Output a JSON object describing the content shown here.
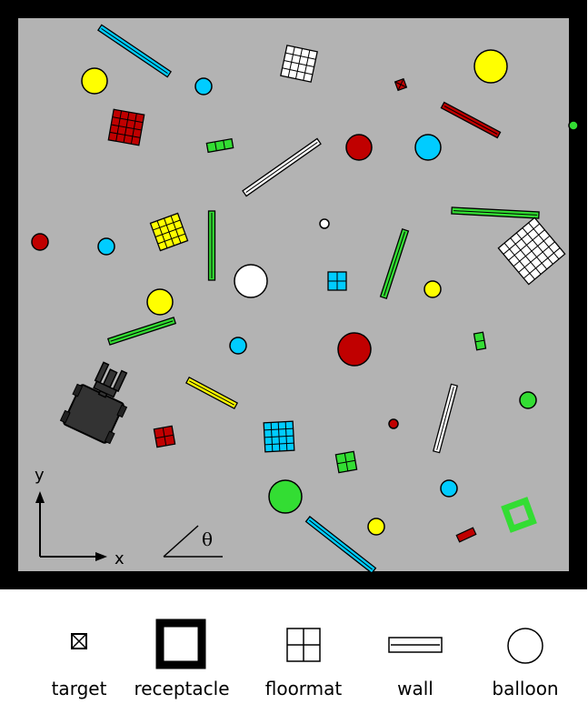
{
  "axes": {
    "x_label": "x",
    "y_label": "y",
    "angle_label": "θ"
  },
  "legend": [
    {
      "key": "target",
      "label": "target"
    },
    {
      "key": "receptacle",
      "label": "receptacle"
    },
    {
      "key": "floormat",
      "label": "floormat"
    },
    {
      "key": "wall",
      "label": "wall"
    },
    {
      "key": "balloon",
      "label": "balloon"
    }
  ],
  "colors": {
    "arena_border": "#000000",
    "floor": "#b3b3b3",
    "red": "#c00000",
    "green": "#33dd33",
    "yellow": "#ffff00",
    "cyan": "#00ccff",
    "white": "#ffffff",
    "robot": "#333333"
  },
  "objects": {
    "balloons": [
      {
        "color": "yellow",
        "size": "large"
      },
      {
        "color": "yellow",
        "size": "medium"
      },
      {
        "color": "yellow",
        "size": "medium"
      },
      {
        "color": "yellow",
        "size": "small"
      },
      {
        "color": "yellow",
        "size": "small"
      },
      {
        "color": "cyan",
        "size": "medium"
      },
      {
        "color": "cyan",
        "size": "small"
      },
      {
        "color": "cyan",
        "size": "small"
      },
      {
        "color": "cyan",
        "size": "small"
      },
      {
        "color": "cyan",
        "size": "small"
      },
      {
        "color": "red",
        "size": "large"
      },
      {
        "color": "red",
        "size": "medium"
      },
      {
        "color": "red",
        "size": "small"
      },
      {
        "color": "red",
        "size": "tiny"
      },
      {
        "color": "white",
        "size": "large"
      },
      {
        "color": "white",
        "size": "tiny"
      },
      {
        "color": "green",
        "size": "large"
      },
      {
        "color": "green",
        "size": "small"
      },
      {
        "color": "green",
        "size": "tiny"
      }
    ],
    "walls": [
      "cyan",
      "cyan",
      "red",
      "white",
      "white",
      "green",
      "green",
      "green",
      "green",
      "yellow"
    ],
    "floormats": [
      "white",
      "white",
      "red",
      "red",
      "yellow",
      "cyan",
      "cyan",
      "green",
      "green",
      "green"
    ],
    "targets": [
      "red",
      "red",
      "red"
    ],
    "receptacles": [
      "green"
    ],
    "robots": 1
  }
}
